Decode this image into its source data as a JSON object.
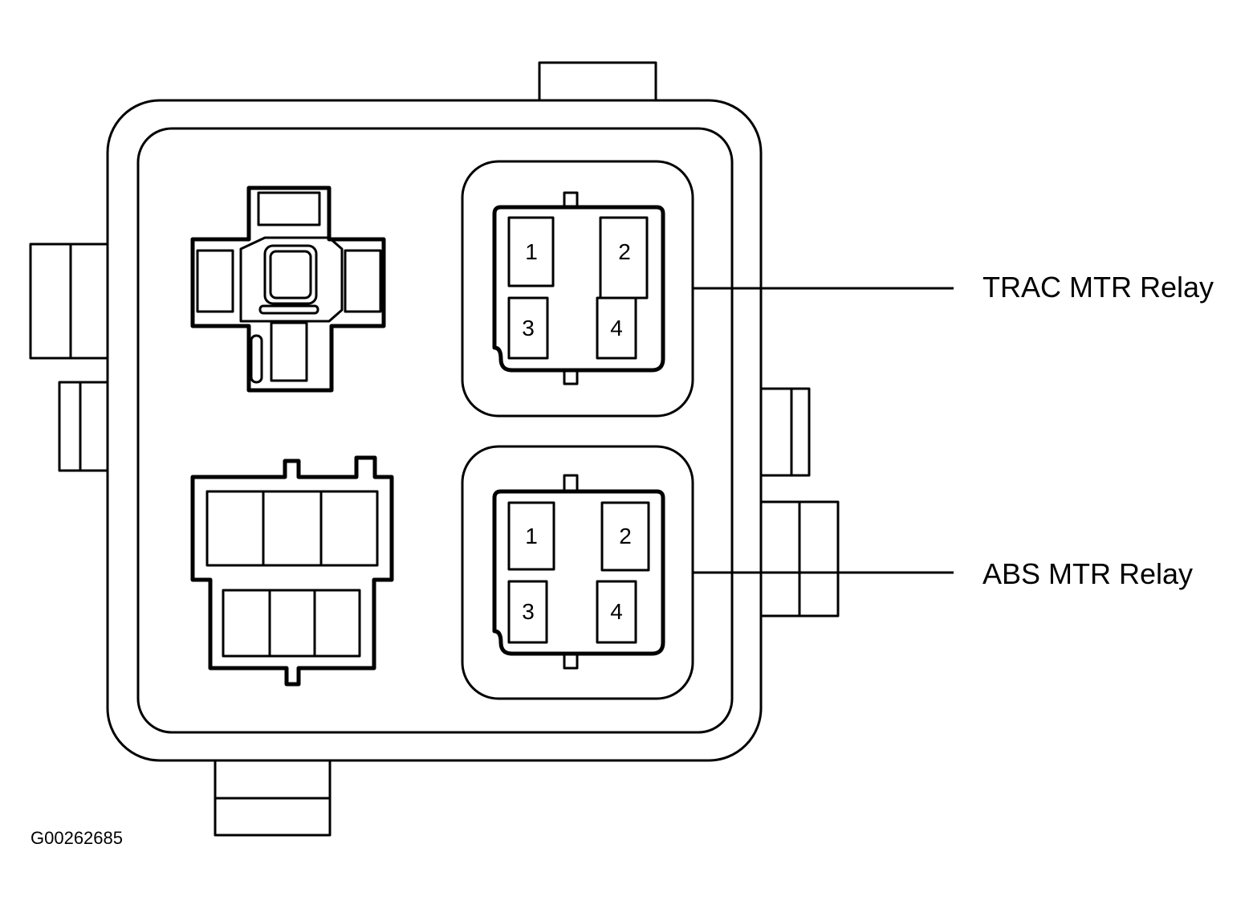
{
  "relays": [
    {
      "label": "TRAC MTR Relay",
      "pins": [
        "1",
        "2",
        "3",
        "4"
      ]
    },
    {
      "label": "ABS MTR Relay",
      "pins": [
        "1",
        "2",
        "3",
        "4"
      ]
    }
  ],
  "figure_id": "G00262685"
}
